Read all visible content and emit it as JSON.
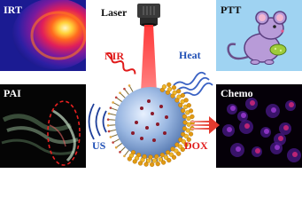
{
  "panels": {
    "irt": "IRT",
    "ptt": "PTT",
    "pai": "PAI",
    "chemo": "Chemo"
  },
  "center": {
    "laser": "Laser",
    "nir": "NIR",
    "heat": "Heat",
    "us": "US",
    "dox": "DOX"
  },
  "colors": {
    "label_white": "#ffffff",
    "label_black": "#111111",
    "label_red": "#e01b1b",
    "label_blue": "#1f4fb5",
    "laser_beam": "#ff2020",
    "dox_arrow": "#e8524a",
    "irt_bg": "#1a1a9a",
    "ptt_bg": "#9ad0f0",
    "pai_bg": "#000000",
    "chemo_bg": "#000000",
    "shell_gold": "#e6a619",
    "core_blue": "#7fa3d6"
  },
  "icons": [
    "laser-device-icon",
    "mouse-icon",
    "tumor-icon"
  ]
}
